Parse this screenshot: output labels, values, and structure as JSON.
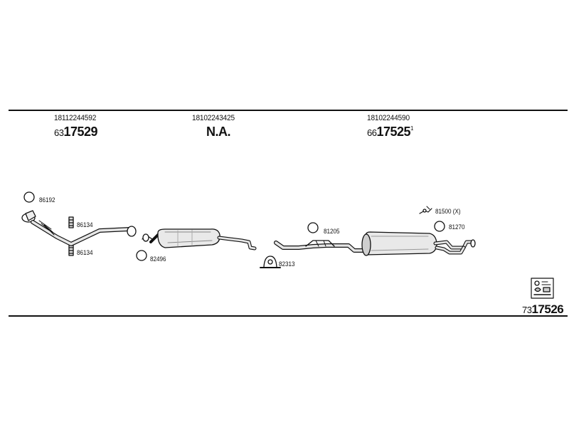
{
  "header": {
    "columns": [
      {
        "oem": "18112244592",
        "code_prefix": "63",
        "code_main": "17529",
        "code_suffix": ""
      },
      {
        "oem": "18102243425",
        "code_prefix": "",
        "code_main": "N.A.",
        "code_suffix": ""
      },
      {
        "oem": "18102244590",
        "code_prefix": "66",
        "code_main": "17525",
        "code_suffix": "1"
      }
    ]
  },
  "parts": {
    "p86192": "86192",
    "p86134a": "86134",
    "p86134b": "86134",
    "p82496": "82496",
    "p82313": "82313",
    "p81205": "81205",
    "p81500": "81500 (X)",
    "p81270": "81270"
  },
  "footer": {
    "code_prefix": "73",
    "code_main": "17526",
    "kit_icon": "mounting-kit-icon"
  },
  "colors": {
    "line": "#111111",
    "pipe_fill": "#e6e6e6",
    "shade": "#9a9a9a"
  }
}
